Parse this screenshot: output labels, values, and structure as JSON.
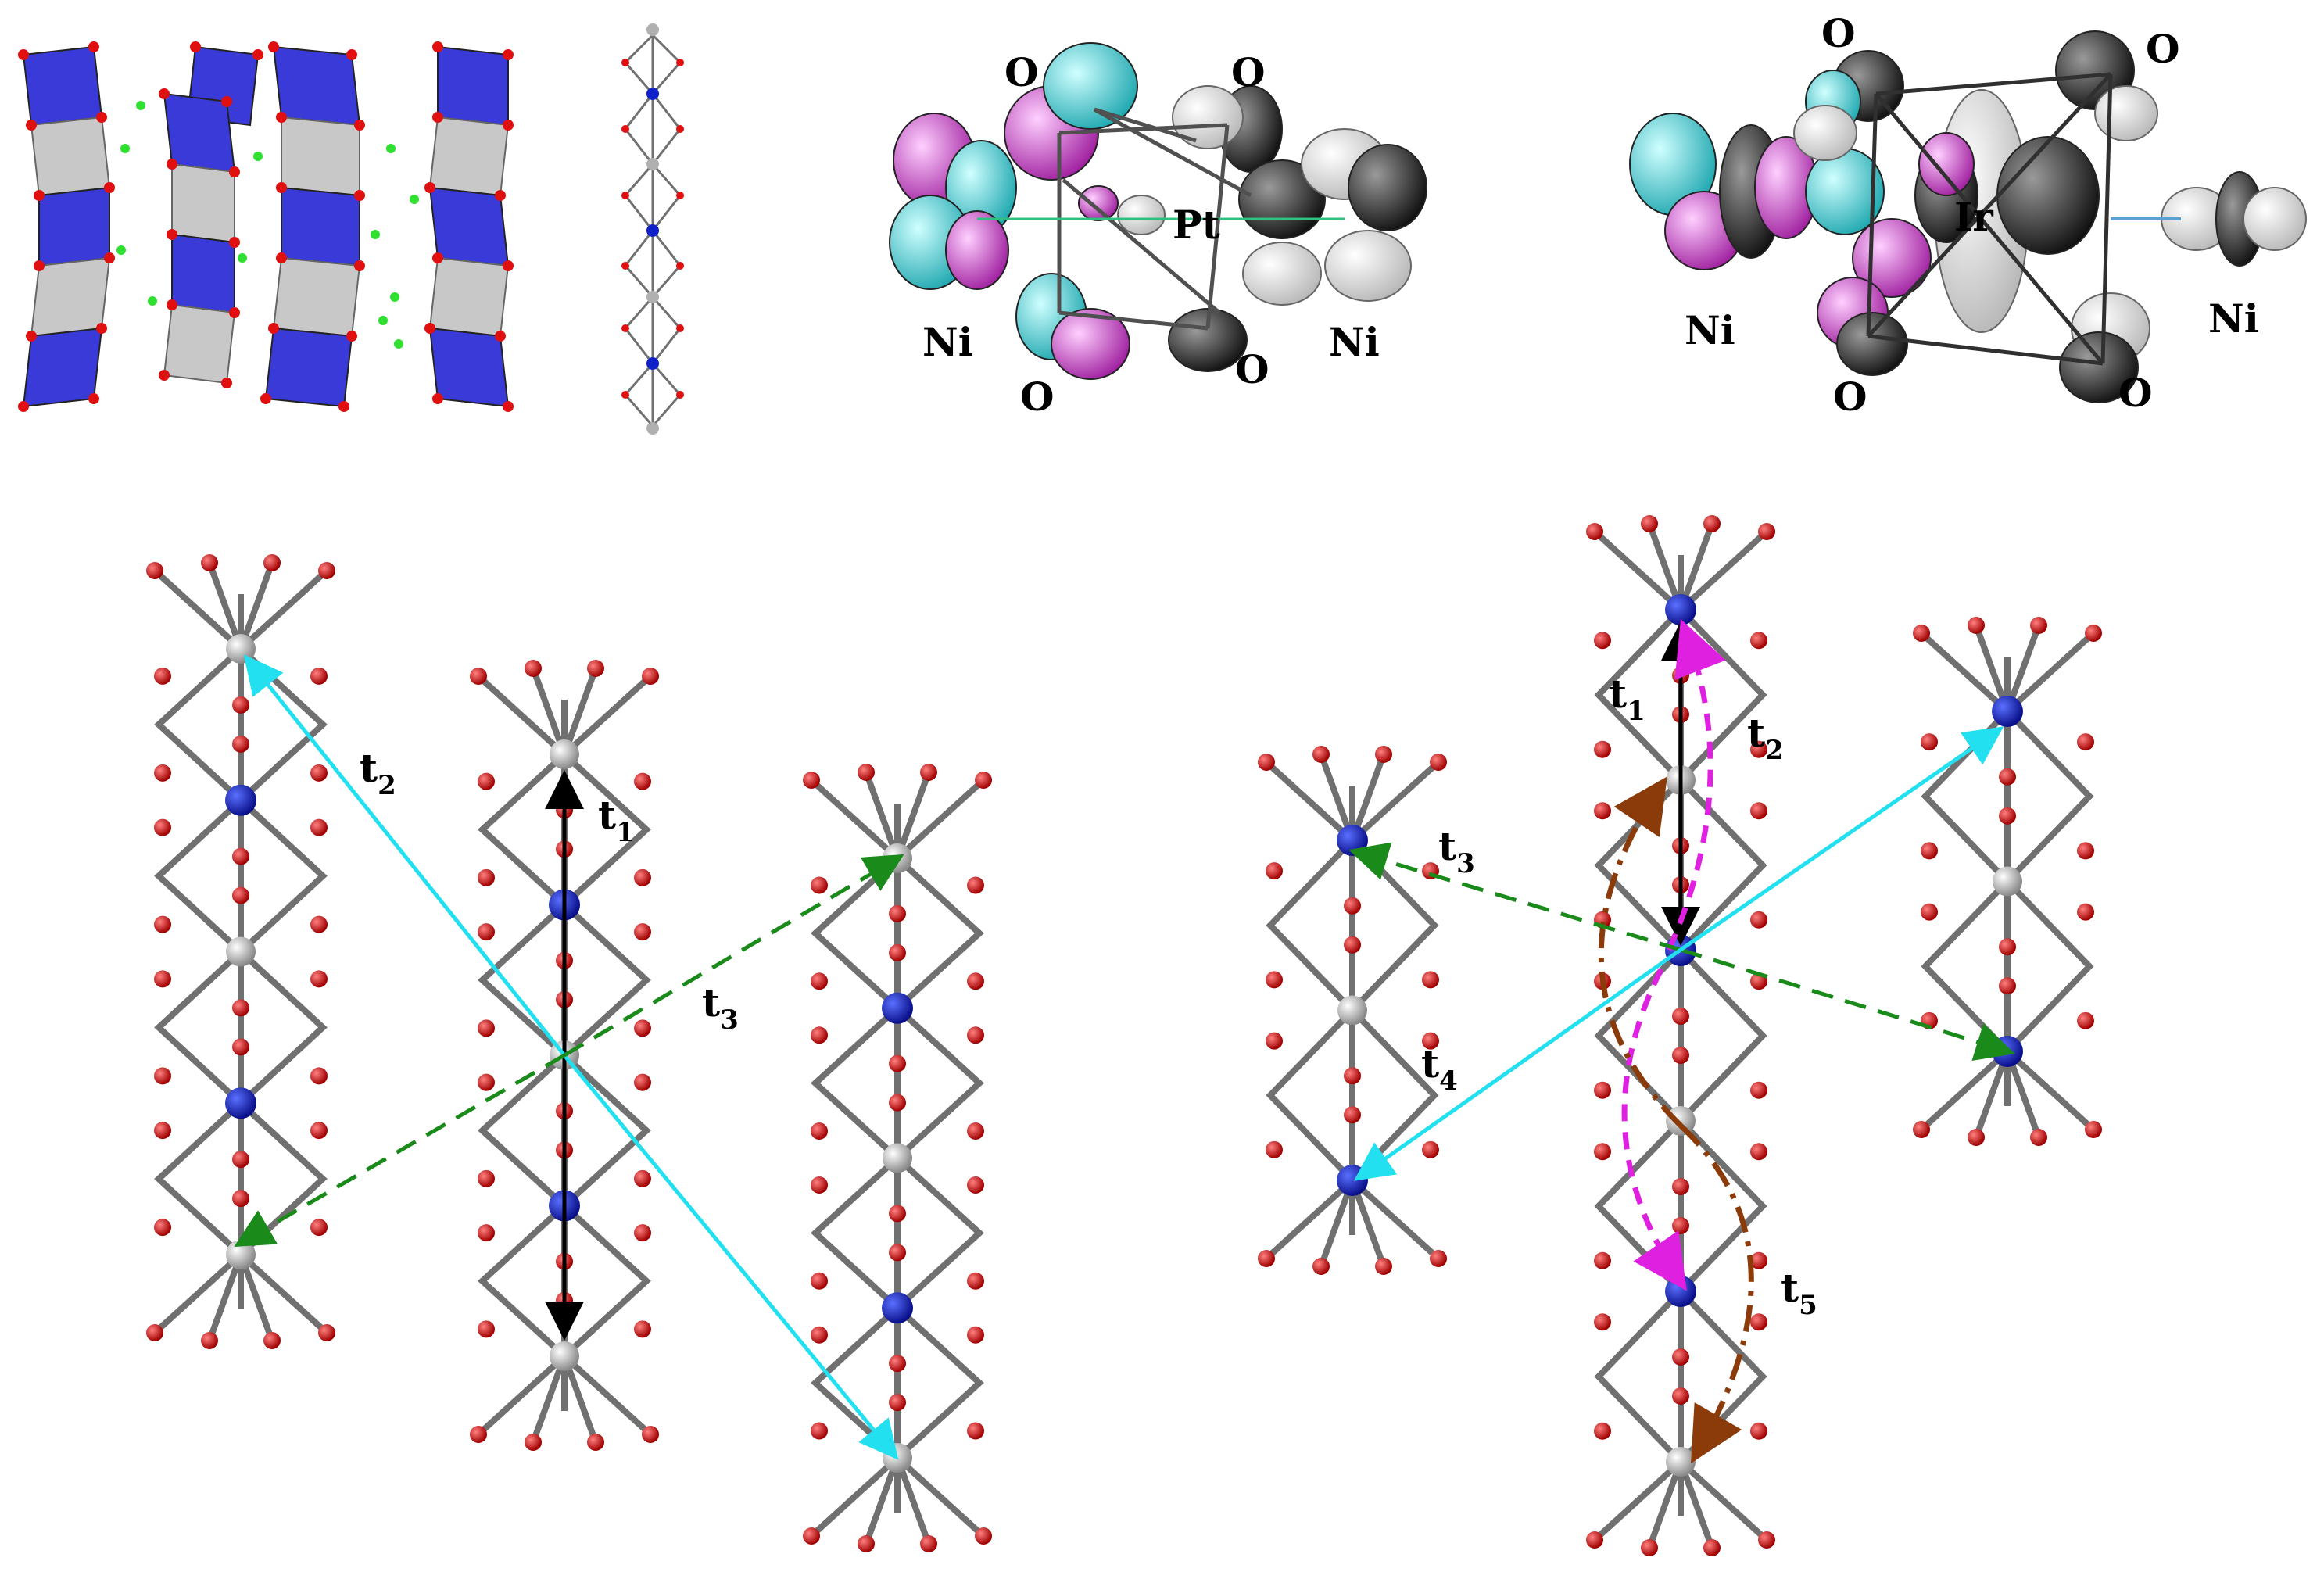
{
  "colors": {
    "metal_gray": "#b0b0b0",
    "metal_blue": "#1020c8",
    "oxygen_red": "#e01010",
    "chlorine_green": "#30e030",
    "bond": "#707070",
    "octa_blue": "#3a3ad8",
    "octa_gray": "#c8c8c8",
    "arrow_t1": "#000000",
    "arrow_t2": "#22e0f0",
    "arrow_t3": "#1a8a1a",
    "arrow_t2_right": "#e020e0",
    "arrow_t5": "#8b3a0a",
    "orbital_cyan": "#40d0d0",
    "orbital_magenta": "#d040d0",
    "orbital_black": "#303030",
    "orbital_white": "#e8e8e8"
  },
  "orbital_pt": {
    "center_atom": "Pt",
    "left_atom": "Ni",
    "right_atom": "Ni",
    "oxygen_top_left": "O",
    "oxygen_top_right": "O",
    "oxygen_bottom_left": "O",
    "oxygen_bottom_right": "O"
  },
  "orbital_ir": {
    "center_atom": "Ir",
    "left_atom": "Ni",
    "right_atom": "Ni",
    "oxygen_top_left": "O",
    "oxygen_top_right": "O",
    "oxygen_bottom_left": "O",
    "oxygen_bottom_right": "O"
  },
  "hopping_left": {
    "t1": {
      "main": "t",
      "sub": "1"
    },
    "t2": {
      "main": "t",
      "sub": "2"
    },
    "t3": {
      "main": "t",
      "sub": "3"
    }
  },
  "hopping_right": {
    "t1": {
      "main": "t",
      "sub": "1"
    },
    "t2": {
      "main": "t",
      "sub": "2"
    },
    "t3": {
      "main": "t",
      "sub": "3"
    },
    "t4": {
      "main": "t",
      "sub": "4"
    },
    "t5": {
      "main": "t",
      "sub": "5"
    }
  }
}
